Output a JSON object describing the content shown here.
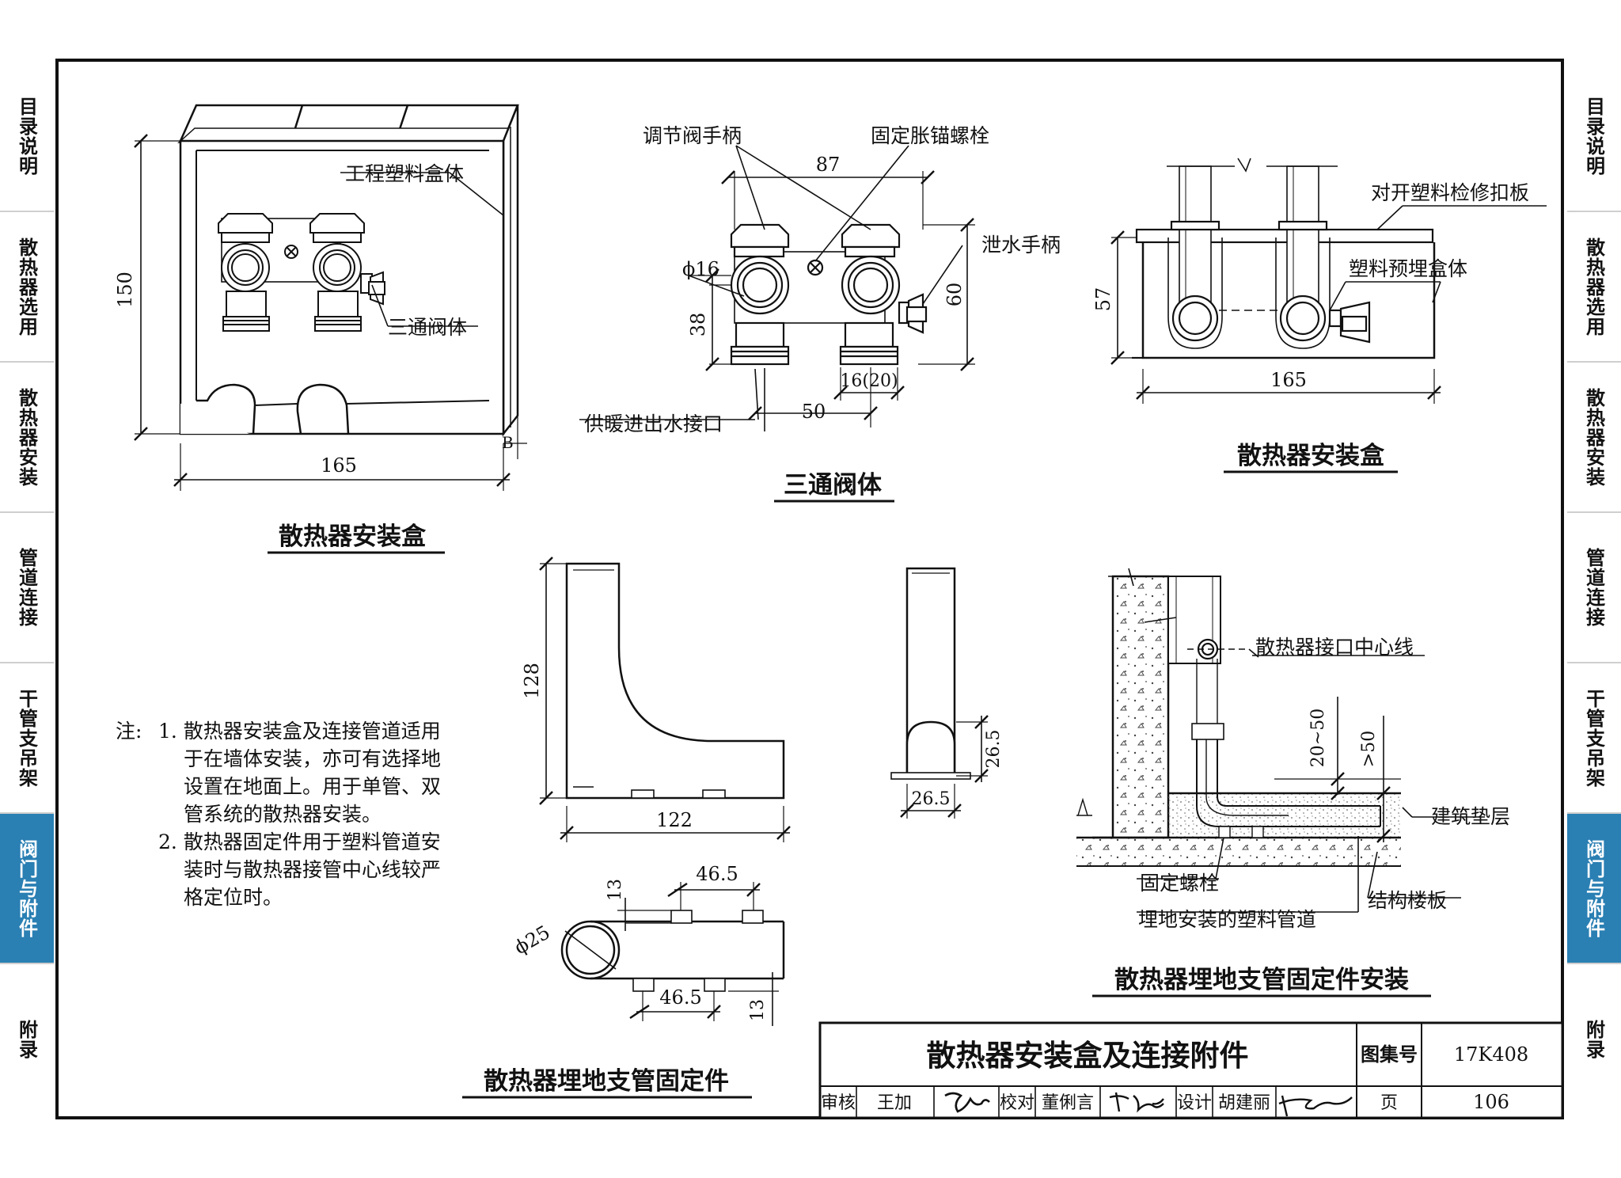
{
  "side_tabs": {
    "left": [
      {
        "label": "目录说明",
        "active": false
      },
      {
        "label": "散热器选用",
        "active": false
      },
      {
        "label": "散热器安装",
        "active": false
      },
      {
        "label": "管道连接",
        "active": false
      },
      {
        "label": "干管支吊架",
        "active": false
      },
      {
        "label": "阀门与附件",
        "active": true
      },
      {
        "label": "附录",
        "active": false
      }
    ],
    "right": [
      {
        "label": "目录说明",
        "active": false
      },
      {
        "label": "散热器选用",
        "active": false
      },
      {
        "label": "散热器安装",
        "active": false
      },
      {
        "label": "管道连接",
        "active": false
      },
      {
        "label": "干管支吊架",
        "active": false
      },
      {
        "label": "阀门与附件",
        "active": true
      },
      {
        "label": "附录",
        "active": false
      }
    ],
    "active_color": "#2a7fb3"
  },
  "fig1": {
    "label_box": "工程塑料盒体",
    "label_valve": "三通阀体",
    "dim_height": "150",
    "dim_width": "165",
    "dim_b": "B",
    "caption": "散热器安装盒"
  },
  "fig2": {
    "label_handle": "调节阀手柄",
    "label_anchor": "固定胀锚螺栓",
    "label_drain": "泄水手柄",
    "label_inout": "供暖进出水接口",
    "dim_87": "87",
    "dim_phi16": "ϕ16",
    "dim_38": "38",
    "dim_60": "60",
    "dim_16": "16(20)",
    "dim_50": "50",
    "caption": "三通阀体"
  },
  "fig3": {
    "label_cover": "对开塑料检修扣板",
    "label_box": "塑料预埋盒体",
    "dim_57": "57",
    "dim_165": "165",
    "caption": "散热器安装盒"
  },
  "fig4": {
    "dim_128": "128",
    "dim_122": "122",
    "dim_26a": "26.5",
    "dim_26b": "26.5",
    "dim_46a": "46.5",
    "dim_46b": "46.5",
    "dim_13a": "13",
    "dim_13b": "13",
    "dim_phi25": "ϕ25",
    "caption": "散热器埋地支管固定件"
  },
  "fig5": {
    "label_center": "散热器接口中心线",
    "dim_20_50": "20~50",
    "dim_gt50": ">50",
    "label_layer": "建筑垫层",
    "label_bolt": "固定螺栓",
    "label_slab": "结构楼板",
    "label_pipe": "埋地安装的塑料管道",
    "caption": "散热器埋地支管固定件安装"
  },
  "notes": {
    "prefix": "注:",
    "n1_line1": "1. 散热器安装盒及连接管道适用",
    "n1_line2": "于在墙体安装，亦可有选择地",
    "n1_line3": "设置在地面上。用于单管、双",
    "n1_line4": "管系统的散热器安装。",
    "n2_line1": "2. 散热器固定件用于塑料管道安",
    "n2_line2": "装时与散热器接管中心线较严",
    "n2_line3": "格定位时。"
  },
  "title_block": {
    "title": "散热器安装盒及连接附件",
    "atlas_label": "图集号",
    "atlas_no": "17K408",
    "review_label": "审核",
    "reviewer": "王加",
    "check_label": "校对",
    "checker": "董俐言",
    "design_label": "设计",
    "designer": "胡建丽",
    "page_label": "页",
    "page_no": "106"
  }
}
